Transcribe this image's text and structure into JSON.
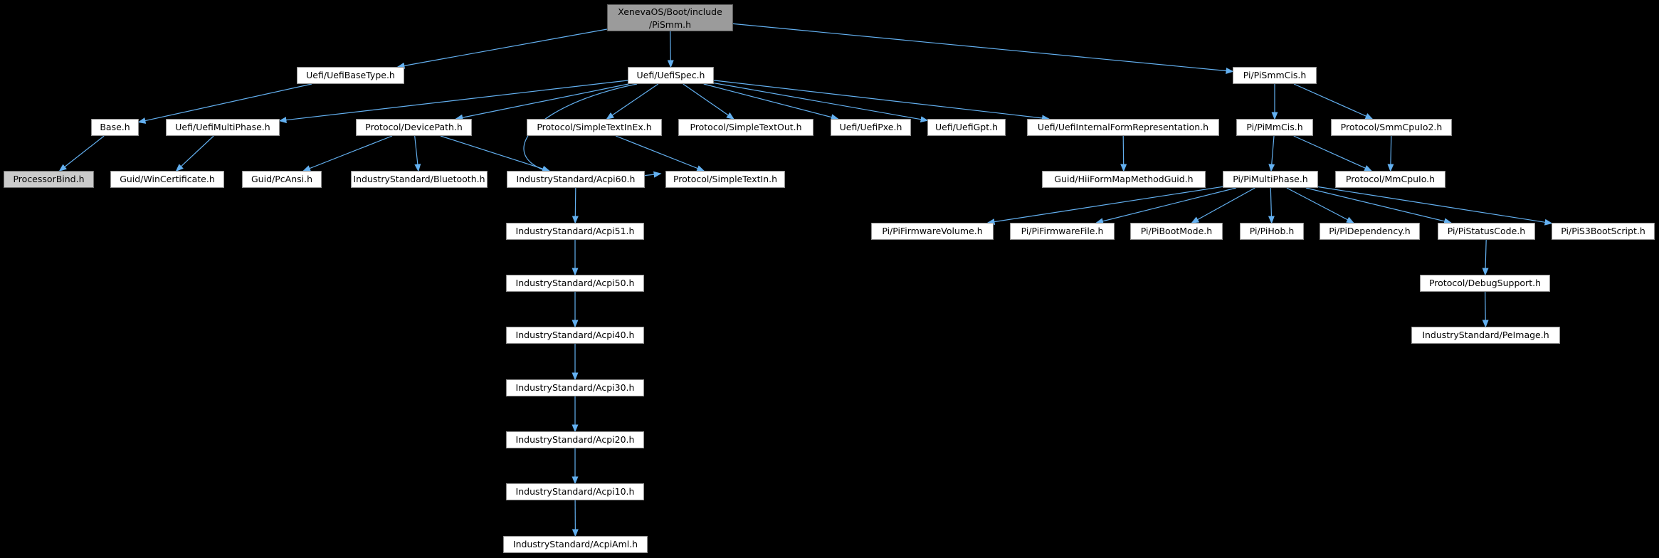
{
  "diagram": {
    "kind": "include-dependency-graph",
    "colors": {
      "background": "#000000",
      "edge": "#63b0f0",
      "node_fill": "#ffffff",
      "node_border": "#8f8f8f",
      "root_fill": "#9b9b9b",
      "gray_node_fill": "#cbcbcb",
      "text": "#000000"
    },
    "nodes": [
      {
        "id": "root",
        "label": "XenevaOS/Boot/include\n/PiSmm.h",
        "variant": "root"
      },
      {
        "id": "uefibasetype",
        "label": "Uefi/UefiBaseType.h",
        "variant": "normal"
      },
      {
        "id": "uefispec",
        "label": "Uefi/UefiSpec.h",
        "variant": "normal"
      },
      {
        "id": "pismmcis",
        "label": "Pi/PiSmmCis.h",
        "variant": "normal"
      },
      {
        "id": "base",
        "label": "Base.h",
        "variant": "normal"
      },
      {
        "id": "uefimultiphase",
        "label": "Uefi/UefiMultiPhase.h",
        "variant": "normal"
      },
      {
        "id": "devicepath",
        "label": "Protocol/DevicePath.h",
        "variant": "normal"
      },
      {
        "id": "simpletextinex",
        "label": "Protocol/SimpleTextInEx.h",
        "variant": "normal"
      },
      {
        "id": "simpletextout",
        "label": "Protocol/SimpleTextOut.h",
        "variant": "normal"
      },
      {
        "id": "uefipxe",
        "label": "Uefi/UefiPxe.h",
        "variant": "normal"
      },
      {
        "id": "uefigpt",
        "label": "Uefi/UefiGpt.h",
        "variant": "normal"
      },
      {
        "id": "uifr",
        "label": "Uefi/UefiInternalFormRepresentation.h",
        "variant": "normal"
      },
      {
        "id": "pimmcis",
        "label": "Pi/PiMmCis.h",
        "variant": "normal"
      },
      {
        "id": "smmcpuio2",
        "label": "Protocol/SmmCpuIo2.h",
        "variant": "normal"
      },
      {
        "id": "processorbind",
        "label": "ProcessorBind.h",
        "variant": "gray"
      },
      {
        "id": "wincertificate",
        "label": "Guid/WinCertificate.h",
        "variant": "normal"
      },
      {
        "id": "pcansi",
        "label": "Guid/PcAnsi.h",
        "variant": "normal"
      },
      {
        "id": "bluetooth",
        "label": "IndustryStandard/Bluetooth.h",
        "variant": "normal"
      },
      {
        "id": "acpi60",
        "label": "IndustryStandard/Acpi60.h",
        "variant": "normal"
      },
      {
        "id": "simpletextin",
        "label": "Protocol/SimpleTextIn.h",
        "variant": "normal"
      },
      {
        "id": "hiiformmap",
        "label": "Guid/HiiFormMapMethodGuid.h",
        "variant": "normal"
      },
      {
        "id": "pimultiphase",
        "label": "Pi/PiMultiPhase.h",
        "variant": "normal"
      },
      {
        "id": "mmcpuio",
        "label": "Protocol/MmCpuIo.h",
        "variant": "normal"
      },
      {
        "id": "pifirmwarevolume",
        "label": "Pi/PiFirmwareVolume.h",
        "variant": "normal"
      },
      {
        "id": "pifirmwarefile",
        "label": "Pi/PiFirmwareFile.h",
        "variant": "normal"
      },
      {
        "id": "pibootmode",
        "label": "Pi/PiBootMode.h",
        "variant": "normal"
      },
      {
        "id": "pihob",
        "label": "Pi/PiHob.h",
        "variant": "normal"
      },
      {
        "id": "pidependency",
        "label": "Pi/PiDependency.h",
        "variant": "normal"
      },
      {
        "id": "pistatuscode",
        "label": "Pi/PiStatusCode.h",
        "variant": "normal"
      },
      {
        "id": "pis3bootscript",
        "label": "Pi/PiS3BootScript.h",
        "variant": "normal"
      },
      {
        "id": "debugsupport",
        "label": "Protocol/DebugSupport.h",
        "variant": "normal"
      },
      {
        "id": "peimage",
        "label": "IndustryStandard/PeImage.h",
        "variant": "normal"
      },
      {
        "id": "acpi51",
        "label": "IndustryStandard/Acpi51.h",
        "variant": "normal"
      },
      {
        "id": "acpi50",
        "label": "IndustryStandard/Acpi50.h",
        "variant": "normal"
      },
      {
        "id": "acpi40",
        "label": "IndustryStandard/Acpi40.h",
        "variant": "normal"
      },
      {
        "id": "acpi30",
        "label": "IndustryStandard/Acpi30.h",
        "variant": "normal"
      },
      {
        "id": "acpi20",
        "label": "IndustryStandard/Acpi20.h",
        "variant": "normal"
      },
      {
        "id": "acpi10",
        "label": "IndustryStandard/Acpi10.h",
        "variant": "normal"
      },
      {
        "id": "acpiaml",
        "label": "IndustryStandard/AcpiAml.h",
        "variant": "normal"
      }
    ],
    "edges": [
      {
        "from": "root",
        "to": "uefibasetype"
      },
      {
        "from": "root",
        "to": "uefispec"
      },
      {
        "from": "root",
        "to": "pismmcis"
      },
      {
        "from": "uefibasetype",
        "to": "base"
      },
      {
        "from": "base",
        "to": "processorbind"
      },
      {
        "from": "uefispec",
        "to": "uefimultiphase"
      },
      {
        "from": "uefispec",
        "to": "devicepath"
      },
      {
        "from": "uefispec",
        "to": "simpletextinex"
      },
      {
        "from": "uefispec",
        "to": "simpletextout"
      },
      {
        "from": "uefispec",
        "to": "uefipxe"
      },
      {
        "from": "uefispec",
        "to": "uefigpt"
      },
      {
        "from": "uefispec",
        "to": "uifr"
      },
      {
        "from": "uefispec",
        "to": "simpletextin"
      },
      {
        "from": "uefimultiphase",
        "to": "wincertificate"
      },
      {
        "from": "devicepath",
        "to": "pcansi"
      },
      {
        "from": "devicepath",
        "to": "bluetooth"
      },
      {
        "from": "devicepath",
        "to": "acpi60"
      },
      {
        "from": "simpletextinex",
        "to": "simpletextin"
      },
      {
        "from": "acpi60",
        "to": "acpi51"
      },
      {
        "from": "acpi51",
        "to": "acpi50"
      },
      {
        "from": "acpi50",
        "to": "acpi40"
      },
      {
        "from": "acpi40",
        "to": "acpi30"
      },
      {
        "from": "acpi30",
        "to": "acpi20"
      },
      {
        "from": "acpi20",
        "to": "acpi10"
      },
      {
        "from": "acpi10",
        "to": "acpiaml"
      },
      {
        "from": "uifr",
        "to": "hiiformmap"
      },
      {
        "from": "pismmcis",
        "to": "pimmcis"
      },
      {
        "from": "pismmcis",
        "to": "smmcpuio2"
      },
      {
        "from": "pimmcis",
        "to": "pimultiphase"
      },
      {
        "from": "pimmcis",
        "to": "mmcpuio"
      },
      {
        "from": "smmcpuio2",
        "to": "mmcpuio"
      },
      {
        "from": "pimultiphase",
        "to": "pifirmwarevolume"
      },
      {
        "from": "pimultiphase",
        "to": "pifirmwarefile"
      },
      {
        "from": "pimultiphase",
        "to": "pibootmode"
      },
      {
        "from": "pimultiphase",
        "to": "pihob"
      },
      {
        "from": "pimultiphase",
        "to": "pidependency"
      },
      {
        "from": "pimultiphase",
        "to": "pistatuscode"
      },
      {
        "from": "pimultiphase",
        "to": "pis3bootscript"
      },
      {
        "from": "pistatuscode",
        "to": "debugsupport"
      },
      {
        "from": "debugsupport",
        "to": "peimage"
      }
    ]
  }
}
